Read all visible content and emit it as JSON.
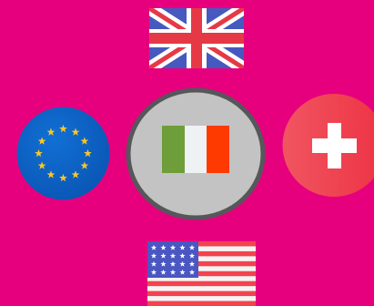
{
  "screen": {
    "background_color": "#E6007E"
  },
  "selector": {
    "selected": {
      "id": "it",
      "icon": "italy-flag-icon",
      "colors": {
        "green": "#6E9E3A",
        "white": "#EEF2F4",
        "red": "#FF3A00"
      }
    },
    "ring": {
      "fill": "#C3C3C3",
      "border": "#56575A"
    },
    "options": [
      {
        "id": "uk",
        "icon": "uk-flag-icon",
        "colors": {
          "blue": "#4659BF",
          "red": "#E53946",
          "white": "#FFFFFF"
        }
      },
      {
        "id": "eu",
        "icon": "eu-flag-icon",
        "colors": {
          "blue": "#0A56B5",
          "star": "#F8C62A"
        }
      },
      {
        "id": "ch",
        "icon": "swiss-flag-icon",
        "colors": {
          "red": "#EE3344",
          "white": "#FFFFFF"
        }
      },
      {
        "id": "us",
        "icon": "us-flag-icon",
        "colors": {
          "red": "#F2434F",
          "white": "#F4F4F4",
          "blue": "#4A56C1",
          "star": "#FFFFFF"
        }
      }
    ]
  }
}
